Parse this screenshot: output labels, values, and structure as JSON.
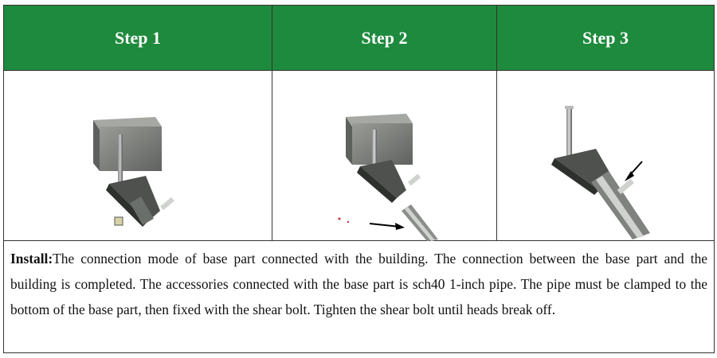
{
  "steps": [
    {
      "label": "Step 1"
    },
    {
      "label": "Step 2"
    },
    {
      "label": "Step 3"
    }
  ],
  "description": {
    "lead": "Install:",
    "body": "The connection mode of base part connected with the building. The connection between the base part and the building is completed. The accessories connected with the base part is sch40 1-inch pipe. The pipe must be clamped to the bottom of the base part, then fixed with the shear bolt. Tighten the shear bolt until heads break off."
  },
  "colors": {
    "header_bg": "#1e8a3d",
    "header_text": "#ffffff",
    "metal": "#6b6f6b",
    "block": "#7a7d78"
  }
}
